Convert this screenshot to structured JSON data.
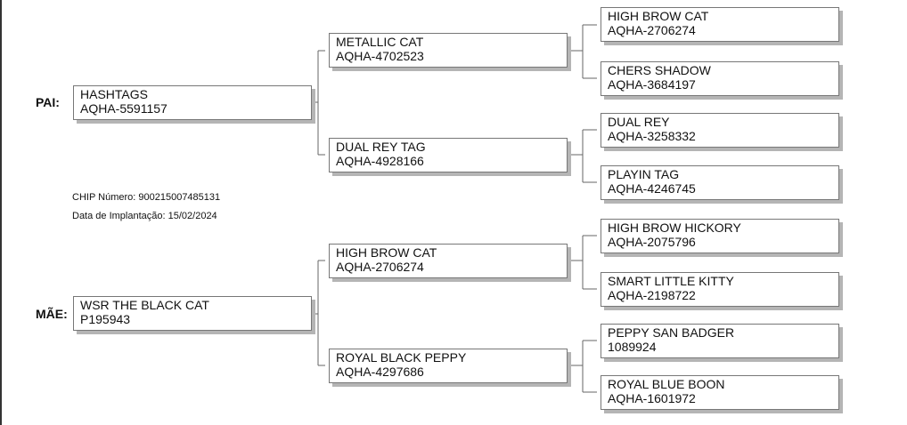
{
  "header_fragment": "...",
  "sire": {
    "label": "PAI:",
    "name": "HASHTAGS",
    "reg": "AQHA-5591157",
    "sire": {
      "name": "METALLIC CAT",
      "reg": "AQHA-4702523",
      "sire": {
        "name": "HIGH BROW CAT",
        "reg": "AQHA-2706274"
      },
      "dam": {
        "name": "CHERS SHADOW",
        "reg": "AQHA-3684197"
      }
    },
    "dam": {
      "name": "DUAL REY TAG",
      "reg": "AQHA-4928166",
      "sire": {
        "name": "DUAL REY",
        "reg": "AQHA-3258332"
      },
      "dam": {
        "name": "PLAYIN TAG",
        "reg": "AQHA-4246745"
      }
    }
  },
  "chip": {
    "number": "CHIP Número: 900215007485131",
    "date": "Data de Implantação: 15/02/2024"
  },
  "dam": {
    "label": "MÃE:",
    "name": "WSR THE BLACK CAT",
    "reg": "P195943",
    "sire": {
      "name": "HIGH BROW CAT",
      "reg": "AQHA-2706274",
      "sire": {
        "name": "HIGH BROW HICKORY",
        "reg": "AQHA-2075796"
      },
      "dam": {
        "name": "SMART LITTLE KITTY",
        "reg": "AQHA-2198722"
      }
    },
    "dam": {
      "name": "ROYAL BLACK PEPPY",
      "reg": "AQHA-4297686",
      "sire": {
        "name": "PEPPY SAN BADGER",
        "reg": "1089924"
      },
      "dam": {
        "name": "ROYAL BLUE BOON",
        "reg": "AQHA-1601972"
      }
    }
  }
}
